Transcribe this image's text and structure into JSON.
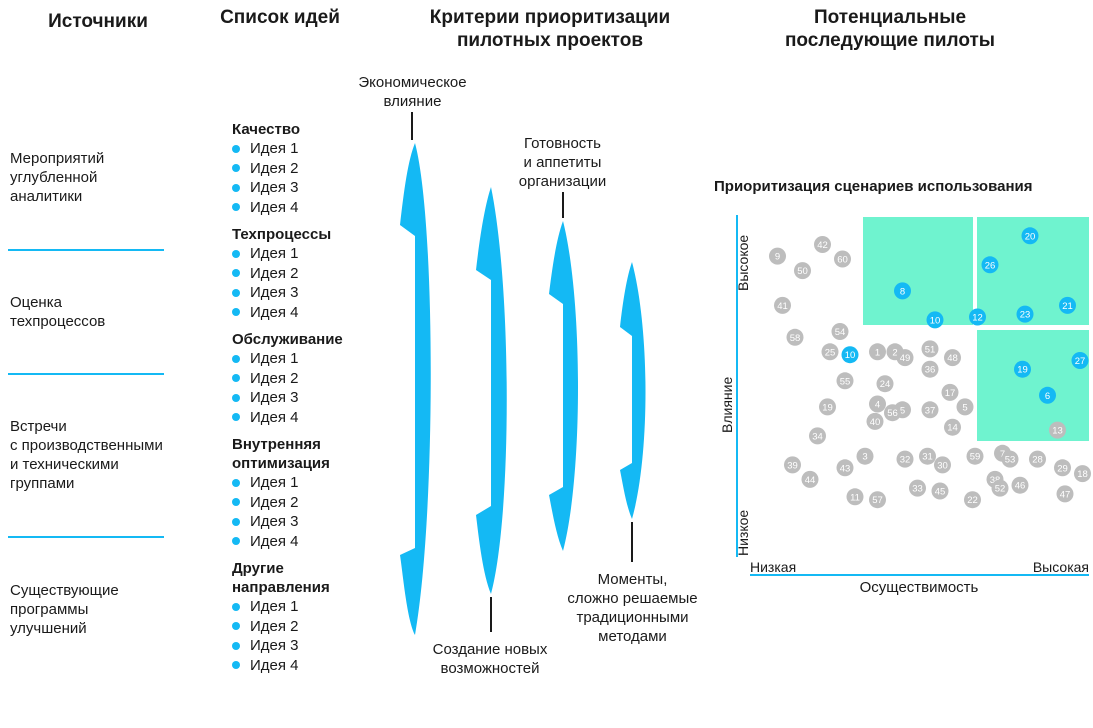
{
  "colors": {
    "accent": "#14b9f4",
    "grey_dot": "#bdbdbd",
    "highlight": "#6ff3cf",
    "text": "#1a1a1a"
  },
  "headers": {
    "sources": "Источники",
    "ideas": "Список идей",
    "criteria_line1": "Критерии приоритизации",
    "criteria_line2": "пилотных проектов",
    "pilots_line1": "Потенциальные",
    "pilots_line2": "последующие пилоты"
  },
  "sources": [
    {
      "lines": [
        "Мероприятий",
        "углубленной",
        "аналитики"
      ]
    },
    {
      "lines": [
        "Оценка",
        "техпроцессов"
      ]
    },
    {
      "lines": [
        "Встречи",
        "с производственными",
        "и техническими",
        "группами"
      ]
    },
    {
      "lines": [
        "Существующие",
        "программы",
        "улучшений"
      ]
    }
  ],
  "categories": [
    {
      "title": [
        "Качество"
      ],
      "ideas": [
        "Идея 1",
        "Идея 2",
        "Идея 3",
        "Идея 4"
      ]
    },
    {
      "title": [
        "Техпроцессы"
      ],
      "ideas": [
        "Идея 1",
        "Идея 2",
        "Идея 3",
        "Идея 4"
      ]
    },
    {
      "title": [
        "Обслуживание"
      ],
      "ideas": [
        "Идея 1",
        "Идея 2",
        "Идея 3",
        "Идея 4"
      ]
    },
    {
      "title": [
        "Внутренняя",
        "оптимизация"
      ],
      "ideas": [
        "Идея 1",
        "Идея 2",
        "Идея 3",
        "Идея 4"
      ]
    },
    {
      "title": [
        "Другие",
        "направления"
      ],
      "ideas": [
        "Идея 1",
        "Идея 2",
        "Идея 3",
        "Идея 4"
      ]
    }
  ],
  "criteria": {
    "economic": [
      "Экономическое",
      "влияние"
    ],
    "readiness": [
      "Готовность",
      "и аппетиты",
      "организации"
    ],
    "new_capabilities": [
      "Создание новых",
      "возможностей"
    ],
    "moments": [
      "Моменты,",
      "сложно решаемые",
      "традиционными",
      "методами"
    ]
  },
  "chart_data": {
    "type": "scatter",
    "title": "Приоритизация сценариев использования",
    "xlabel": "Осуществимость",
    "ylabel": "Влияние",
    "x_low": "Низкая",
    "x_high": "Высокая",
    "y_low": "Низкое",
    "y_high": "Высокое",
    "highlighted": [
      "20",
      "26",
      "8",
      "10",
      "12",
      "23",
      "21",
      "19",
      "27",
      "6"
    ],
    "points": [
      {
        "label": "9",
        "x": 0.05,
        "y": 0.91
      },
      {
        "label": "42",
        "x": 0.23,
        "y": 0.95
      },
      {
        "label": "60",
        "x": 0.31,
        "y": 0.9
      },
      {
        "label": "50",
        "x": 0.15,
        "y": 0.86
      },
      {
        "label": "41",
        "x": 0.07,
        "y": 0.74
      },
      {
        "label": "58",
        "x": 0.12,
        "y": 0.63
      },
      {
        "label": "54",
        "x": 0.3,
        "y": 0.65
      },
      {
        "label": "25",
        "x": 0.26,
        "y": 0.58
      },
      {
        "label": "10",
        "x": 0.34,
        "y": 0.57
      },
      {
        "label": "55",
        "x": 0.32,
        "y": 0.48
      },
      {
        "label": "19",
        "x": 0.25,
        "y": 0.39
      },
      {
        "label": "34",
        "x": 0.21,
        "y": 0.29
      },
      {
        "label": "39",
        "x": 0.11,
        "y": 0.19
      },
      {
        "label": "44",
        "x": 0.18,
        "y": 0.14
      },
      {
        "label": "43",
        "x": 0.32,
        "y": 0.18
      },
      {
        "label": "11",
        "x": 0.36,
        "y": 0.08
      },
      {
        "label": "57",
        "x": 0.45,
        "y": 0.07
      },
      {
        "label": "1",
        "x": 0.45,
        "y": 0.58
      },
      {
        "label": "2",
        "x": 0.52,
        "y": 0.58
      },
      {
        "label": "49",
        "x": 0.56,
        "y": 0.56
      },
      {
        "label": "51",
        "x": 0.66,
        "y": 0.59
      },
      {
        "label": "48",
        "x": 0.75,
        "y": 0.56
      },
      {
        "label": "36",
        "x": 0.66,
        "y": 0.52
      },
      {
        "label": "24",
        "x": 0.48,
        "y": 0.47
      },
      {
        "label": "17",
        "x": 0.74,
        "y": 0.44
      },
      {
        "label": "4",
        "x": 0.45,
        "y": 0.4
      },
      {
        "label": "5",
        "x": 0.55,
        "y": 0.38
      },
      {
        "label": "56",
        "x": 0.51,
        "y": 0.37
      },
      {
        "label": "37",
        "x": 0.66,
        "y": 0.38
      },
      {
        "label": "5",
        "x": 0.8,
        "y": 0.39
      },
      {
        "label": "40",
        "x": 0.44,
        "y": 0.34
      },
      {
        "label": "14",
        "x": 0.75,
        "y": 0.32
      },
      {
        "label": "3",
        "x": 0.4,
        "y": 0.22
      },
      {
        "label": "32",
        "x": 0.56,
        "y": 0.21
      },
      {
        "label": "31",
        "x": 0.65,
        "y": 0.22
      },
      {
        "label": "30",
        "x": 0.71,
        "y": 0.19
      },
      {
        "label": "59",
        "x": 0.84,
        "y": 0.22
      },
      {
        "label": "7",
        "x": 0.95,
        "y": 0.23
      },
      {
        "label": "53",
        "x": 0.98,
        "y": 0.21
      },
      {
        "label": "28",
        "x": 1.09,
        "y": 0.21
      },
      {
        "label": "29",
        "x": 1.19,
        "y": 0.18
      },
      {
        "label": "18",
        "x": 1.27,
        "y": 0.16
      },
      {
        "label": "33",
        "x": 0.61,
        "y": 0.11
      },
      {
        "label": "45",
        "x": 0.7,
        "y": 0.1
      },
      {
        "label": "22",
        "x": 0.83,
        "y": 0.07
      },
      {
        "label": "38",
        "x": 0.92,
        "y": 0.14
      },
      {
        "label": "52",
        "x": 0.94,
        "y": 0.11
      },
      {
        "label": "46",
        "x": 1.02,
        "y": 0.12
      },
      {
        "label": "47",
        "x": 1.2,
        "y": 0.09
      },
      {
        "label": "13",
        "x": 1.17,
        "y": 0.31
      },
      {
        "label": "20",
        "x": 1.06,
        "y": 0.98
      },
      {
        "label": "26",
        "x": 0.9,
        "y": 0.88
      },
      {
        "label": "8",
        "x": 0.55,
        "y": 0.79
      },
      {
        "label": "10",
        "x": 0.68,
        "y": 0.69
      },
      {
        "label": "12",
        "x": 0.85,
        "y": 0.7
      },
      {
        "label": "23",
        "x": 1.04,
        "y": 0.71
      },
      {
        "label": "21",
        "x": 1.21,
        "y": 0.74
      },
      {
        "label": "19",
        "x": 1.03,
        "y": 0.52
      },
      {
        "label": "27",
        "x": 1.26,
        "y": 0.55
      },
      {
        "label": "6",
        "x": 1.13,
        "y": 0.43
      }
    ]
  }
}
